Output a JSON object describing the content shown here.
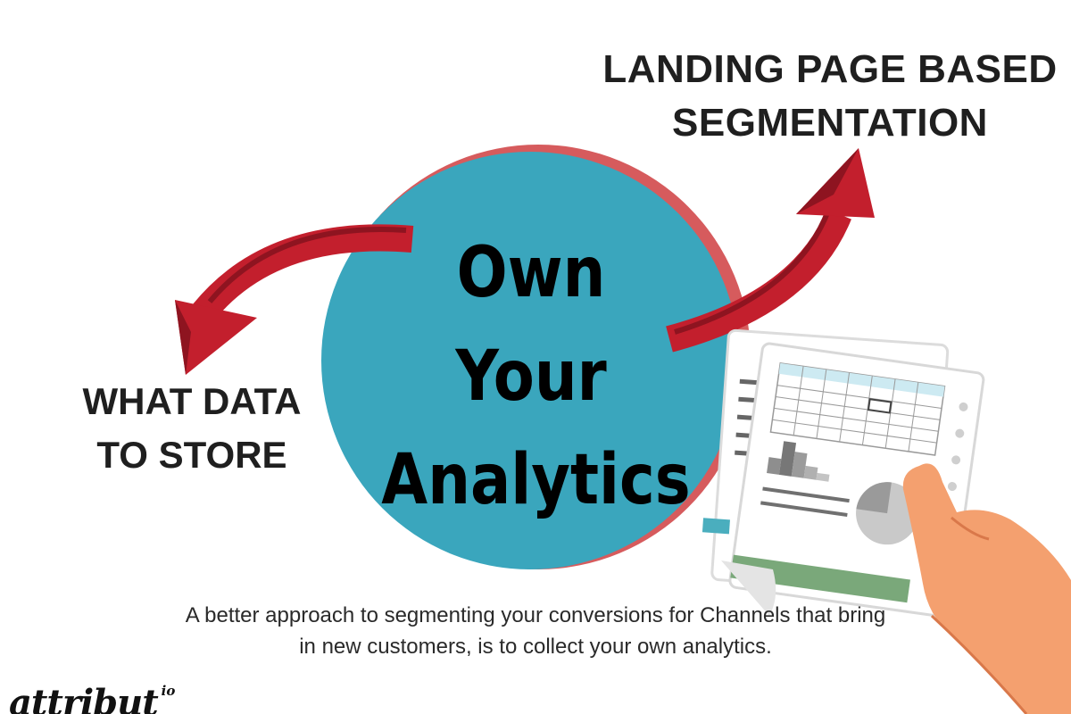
{
  "diagram": {
    "center_title_lines": [
      "Own",
      "Your",
      "Analytics"
    ],
    "top_right_label_lines": [
      "LANDING PAGE BASED",
      "SEGMENTATION"
    ],
    "left_label_lines": [
      "WHAT DATA",
      "TO STORE"
    ],
    "caption_lines": [
      "A better approach to segmenting your conversions for Channels that bring",
      "in new customers, is to collect your own analytics."
    ],
    "arrows": [
      "arrow-to-left-label",
      "arrow-to-top-right-label"
    ]
  },
  "brand": {
    "logo_text": "attribut",
    "logo_suffix": "io"
  },
  "colors": {
    "circle_fill": "#3aa6bd",
    "circle_ring": "#d65b5d",
    "arrow_red": "#c31f2d",
    "arrow_dark": "#8e1420",
    "text": "#1f1f1f",
    "hand_skin": "#f4a06f",
    "sheet_green": "#7aa87a"
  },
  "icons": [
    "report-document-icon",
    "hand-icon",
    "spreadsheet-table-icon",
    "bar-chart-icon",
    "pie-chart-icon"
  ]
}
